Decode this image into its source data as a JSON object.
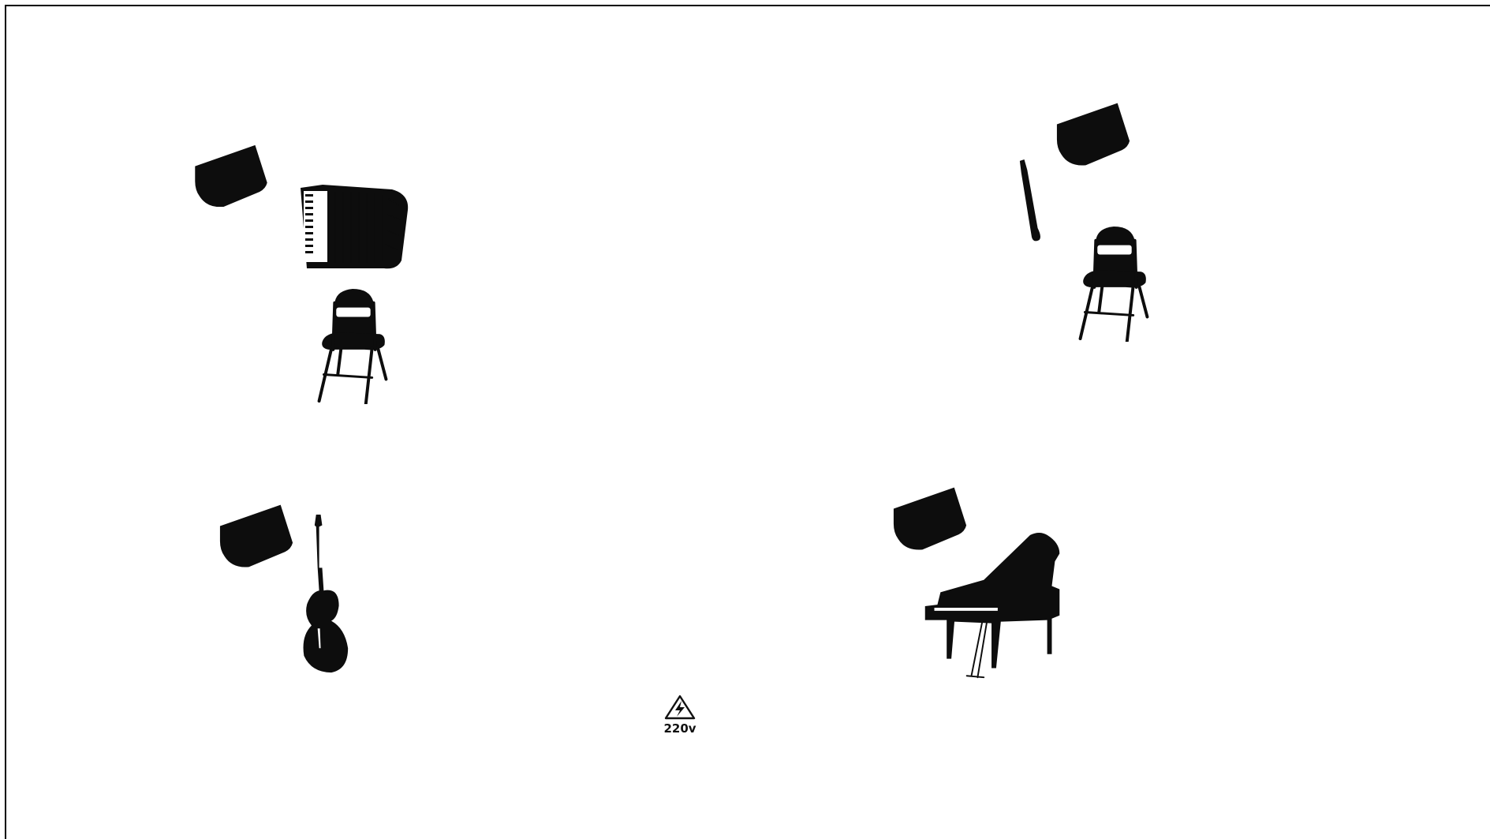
{
  "stage": {
    "items": [
      {
        "name": "monitor-speaker",
        "instrument": "accordion"
      },
      {
        "name": "accordion"
      },
      {
        "name": "folding-chair",
        "instrument": "accordion"
      },
      {
        "name": "monitor-speaker",
        "instrument": "clarinet"
      },
      {
        "name": "clarinet"
      },
      {
        "name": "folding-chair",
        "instrument": "clarinet"
      },
      {
        "name": "monitor-speaker",
        "instrument": "double-bass"
      },
      {
        "name": "double-bass"
      },
      {
        "name": "monitor-speaker",
        "instrument": "grand-piano"
      },
      {
        "name": "grand-piano"
      },
      {
        "name": "power-outlet-icon"
      }
    ],
    "power_label": "220v",
    "colors": {
      "ink": "#0d0d0d",
      "background": "#ffffff",
      "frame": "#000000"
    }
  }
}
